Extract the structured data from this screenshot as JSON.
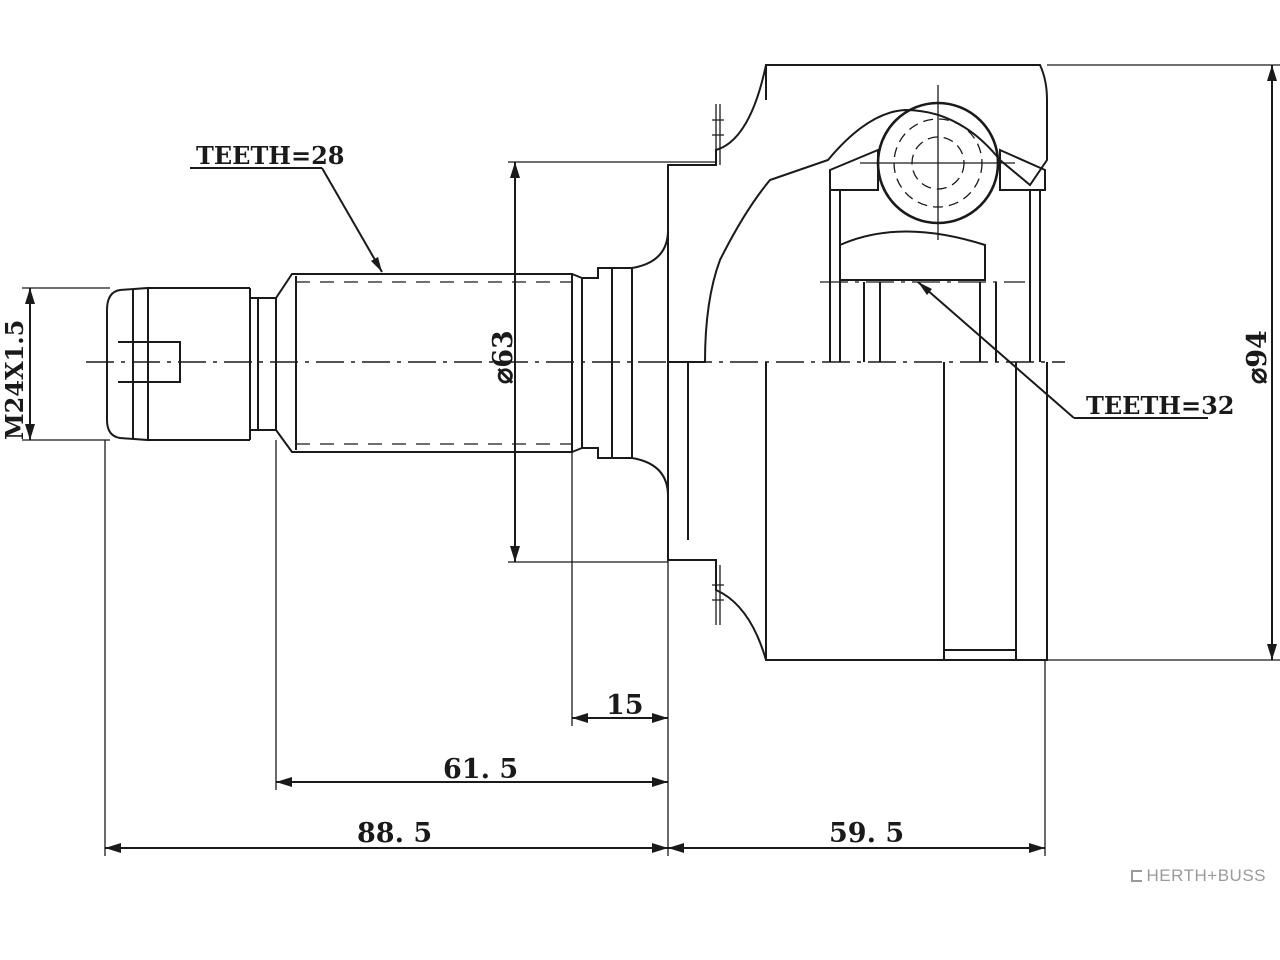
{
  "labels": {
    "teeth_shaft": "TEETH=28",
    "teeth_bore": "TEETH=32",
    "thread": "M24X1.5",
    "dia_shaft": "⌀63",
    "dia_housing": "⌀94",
    "len_15": "15",
    "len_61_5": "61. 5",
    "len_88_5": "88. 5",
    "len_59_5": "59. 5"
  },
  "brand": "HERTH+BUSS",
  "colors": {
    "line": "#1a1a1a",
    "brand": "#9a9a9a",
    "background": "#ffffff"
  }
}
